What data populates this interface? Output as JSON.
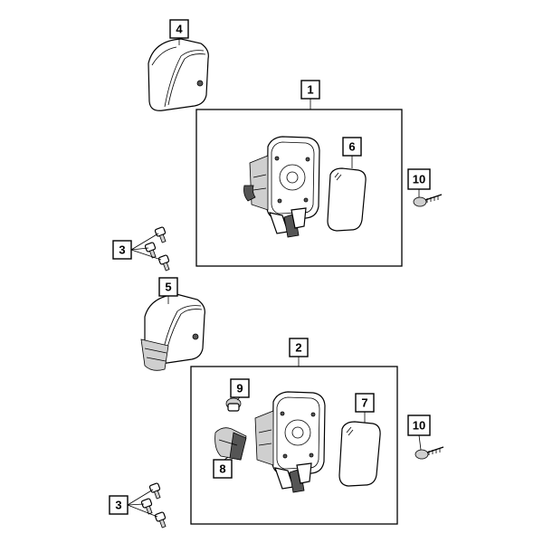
{
  "callouts": {
    "c1": "1",
    "c2": "2",
    "c3a": "3",
    "c3b": "3",
    "c4": "4",
    "c5": "5",
    "c6": "6",
    "c7": "7",
    "c8": "8",
    "c9": "9",
    "c10a": "10",
    "c10b": "10"
  }
}
